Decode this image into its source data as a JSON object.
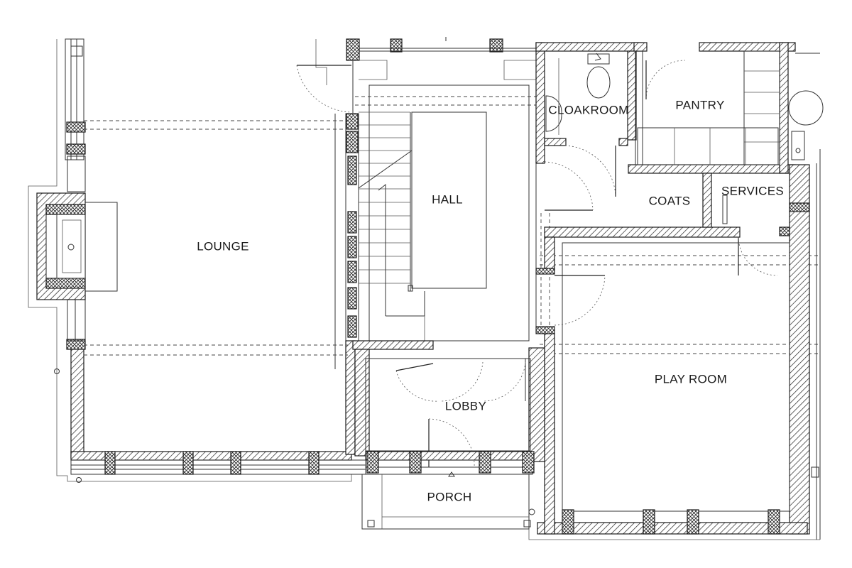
{
  "rooms": {
    "lounge": "LOUNGE",
    "hall": "HALL",
    "cloakroom": "CLOAKROOM",
    "pantry": "PANTRY",
    "coats": "COATS",
    "services": "SERVICES",
    "play_room": "PLAY ROOM",
    "lobby": "LOBBY",
    "porch": "PORCH"
  },
  "colors": {
    "line": "#1a1a1a",
    "background": "#ffffff"
  }
}
